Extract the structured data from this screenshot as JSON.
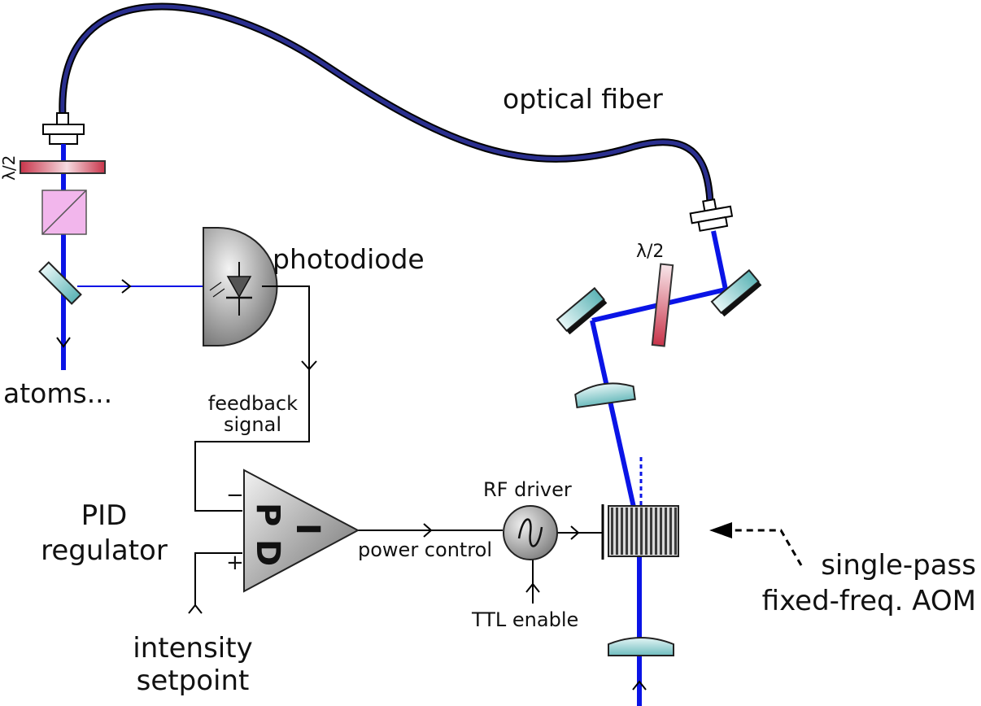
{
  "labels": {
    "optical_fiber": "optical fiber",
    "photodiode": "photodiode",
    "atoms": "atoms...",
    "feedback_line1": "feedback",
    "feedback_line2": "signal",
    "pid_line1": "PID",
    "pid_line2": "regulator",
    "intensity_line1": "intensity",
    "intensity_line2": "setpoint",
    "power_control": "power control",
    "rf_driver": "RF driver",
    "ttl_enable": "TTL enable",
    "aom_line1": "single-pass",
    "aom_line2": "fixed-freq. AOM",
    "waveplate_left": "λ/2",
    "waveplate_right": "λ/2",
    "pid_P": "P",
    "pid_I": "I",
    "pid_D": "D",
    "minus_sign": "−",
    "plus_sign": "+"
  },
  "colors": {
    "beam": "#0a14e6",
    "fiber": "#1a1f7a",
    "mirror_glass": "#8ccfd0",
    "waveplate_red": "#c8344a",
    "cube_pink": "#f2b6ec",
    "pid_gray": "#9a9a9a",
    "detector_gray": "#8a8a8a"
  }
}
